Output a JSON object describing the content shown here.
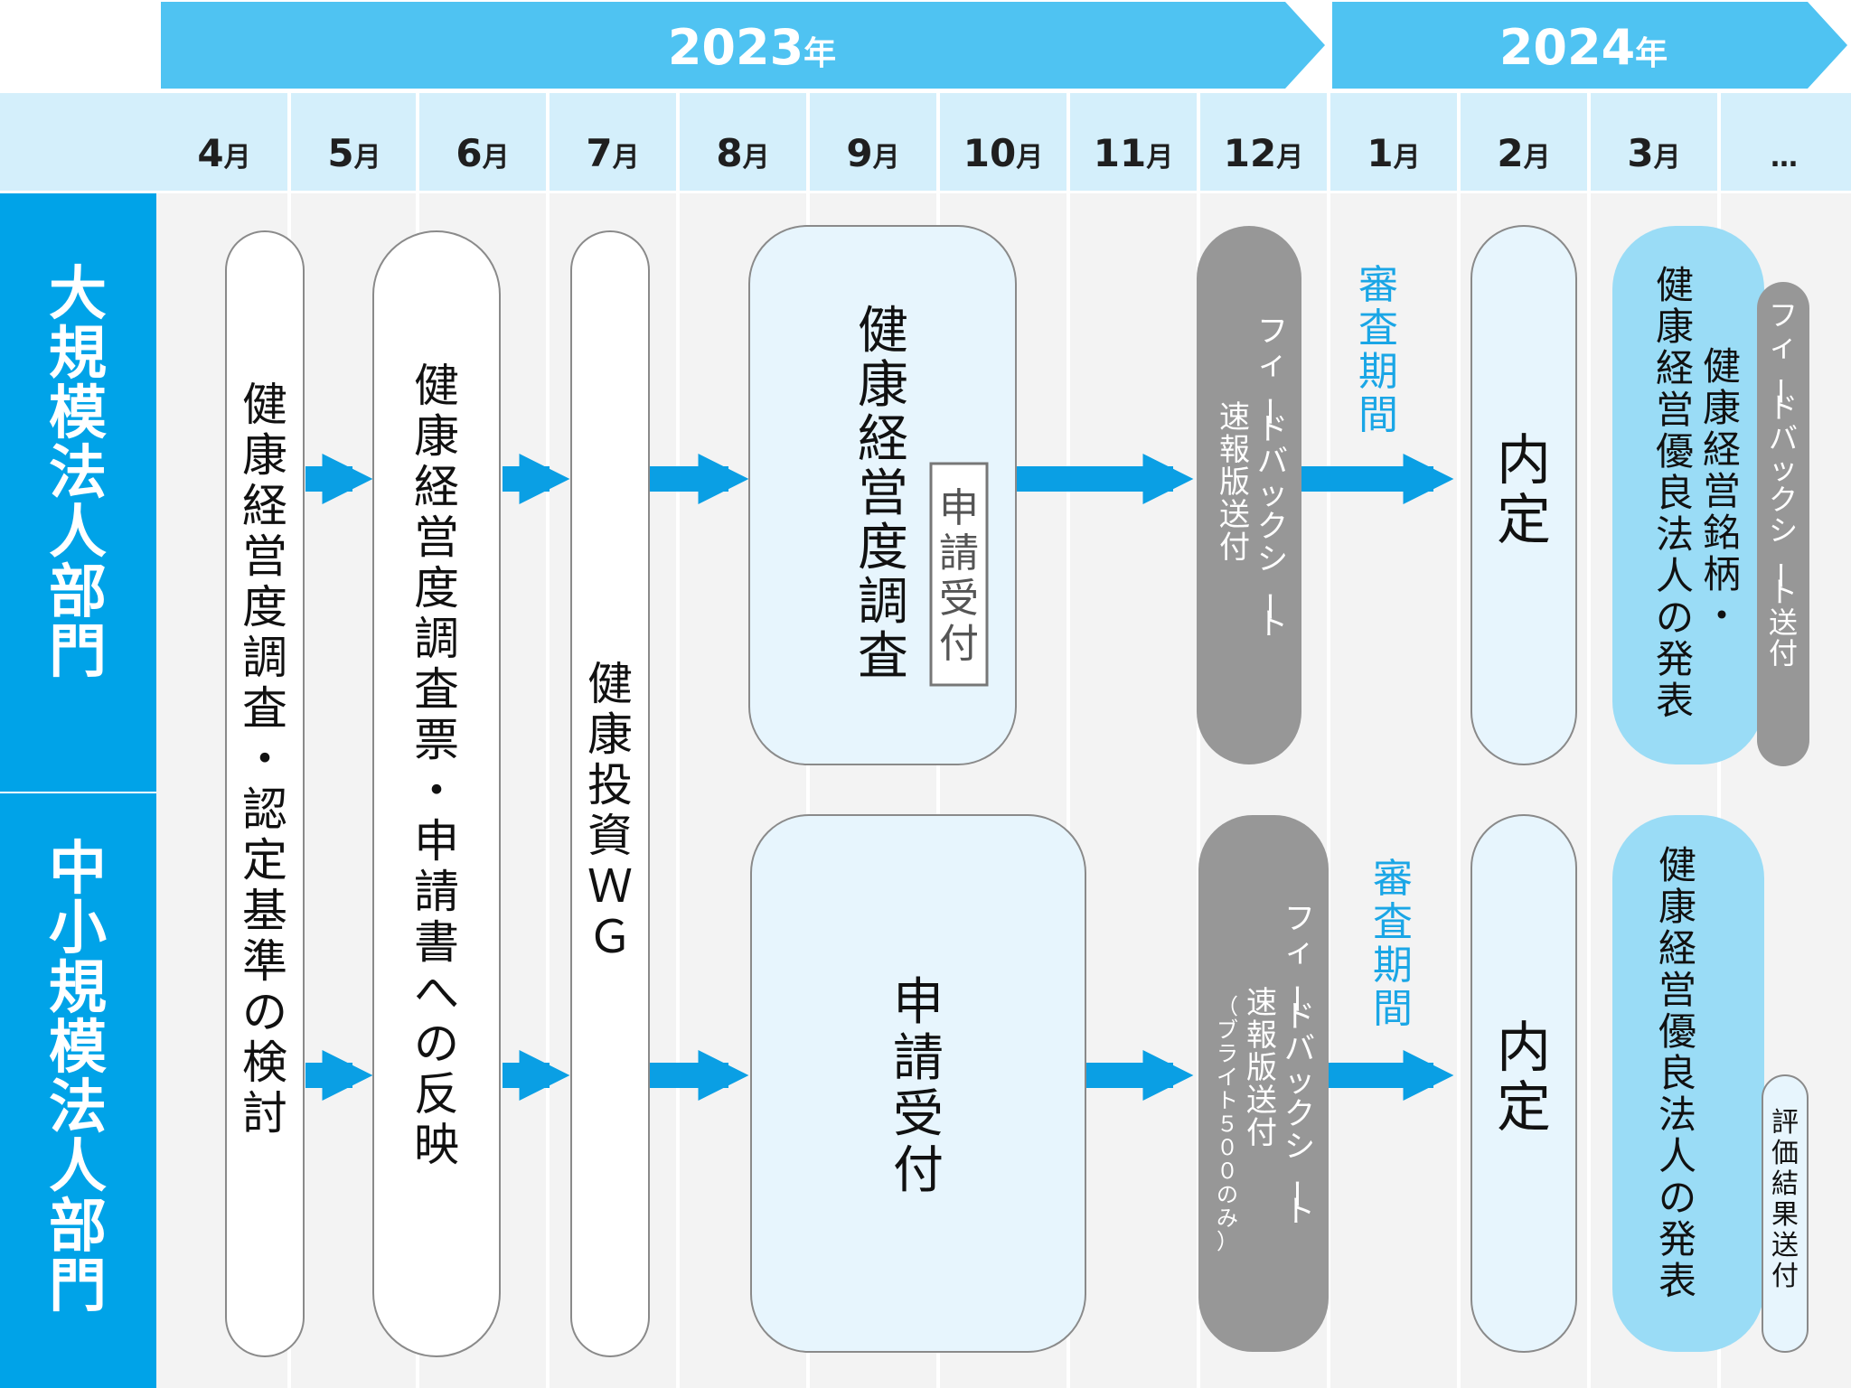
{
  "years": [
    {
      "num": "2023",
      "unit": "年"
    },
    {
      "num": "2024",
      "unit": "年"
    }
  ],
  "months": [
    {
      "num": "4",
      "unit": "月"
    },
    {
      "num": "5",
      "unit": "月"
    },
    {
      "num": "6",
      "unit": "月"
    },
    {
      "num": "7",
      "unit": "月"
    },
    {
      "num": "8",
      "unit": "月"
    },
    {
      "num": "9",
      "unit": "月"
    },
    {
      "num": "10",
      "unit": "月"
    },
    {
      "num": "11",
      "unit": "月"
    },
    {
      "num": "12",
      "unit": "月"
    },
    {
      "num": "1",
      "unit": "月"
    },
    {
      "num": "2",
      "unit": "月"
    },
    {
      "num": "3",
      "unit": "月"
    },
    {
      "num": "…",
      "unit": ""
    }
  ],
  "sections": {
    "large": "大規模法人部門",
    "small": "中小規模法人部門"
  },
  "shared": {
    "survey_review": "健康経営度調査・認定基準の検討",
    "survey_reflect": "健康経営度調査票・申請書への反映",
    "investment_wg": "健康投資ＷＧ"
  },
  "large": {
    "survey": "健康経営度調査",
    "application": "申請受付",
    "feedback_title": "フィードバックシート",
    "feedback_sub": "速報版送付",
    "review": "審査期間",
    "decision": "内定",
    "announce_1": "健康経営銘柄・",
    "announce_2": "健康経営優良法人の発表",
    "feedback_send": "フィードバックシート送付"
  },
  "small": {
    "application": "申請受付",
    "feedback_title": "フィードバックシート",
    "feedback_sub": "速報版送付",
    "feedback_note": "（ブライト５００のみ）",
    "review": "審査期間",
    "decision": "内定",
    "announce": "健康経営優良法人の発表",
    "result_send": "評価結果送付"
  },
  "colors": {
    "header_blue": "#4fc3f2",
    "month_band": "#d4effb",
    "section_blue": "#00a3e8",
    "arrow": "#0a9fe4",
    "grid_light": "#f3f3f3",
    "box_light": "#e7f5fd",
    "box_announce": "#9adcf6",
    "gray_pill": "#979797",
    "review_text": "#1aa6e6"
  }
}
